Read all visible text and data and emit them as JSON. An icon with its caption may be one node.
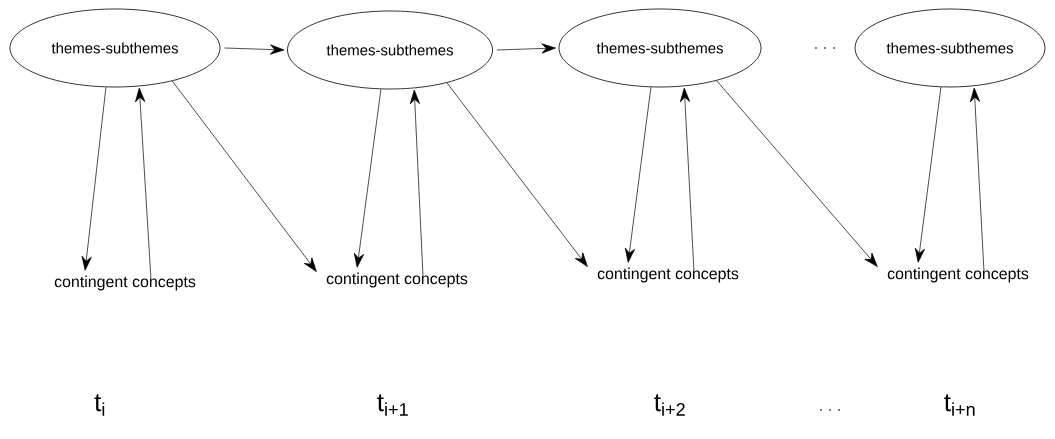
{
  "diagram": {
    "nodes": [
      {
        "text": [
          "themes-subthemes"
        ]
      },
      {
        "text": [
          "themes-subthemes"
        ]
      },
      {
        "text": [
          "themes-subthemes"
        ]
      },
      {
        "text": [
          "themes-subthemes"
        ]
      },
      {
        "text": [
          "contingent concepts"
        ]
      },
      {
        "text": [
          "contingent concepts"
        ]
      },
      {
        "text": [
          "contingent concepts"
        ]
      },
      {
        "text": [
          "contingent concepts"
        ]
      }
    ],
    "edges": [
      {
        "from": 0,
        "to": 1,
        "arrow": "to"
      },
      {
        "from": 1,
        "to": 2,
        "arrow": "to"
      },
      {
        "from": 0,
        "to": 4,
        "arrow": "to"
      },
      {
        "from": 4,
        "to": 0,
        "arrow": "to"
      },
      {
        "from": 0,
        "to": 5,
        "arrow": "to"
      },
      {
        "from": 1,
        "to": 5,
        "arrow": "to"
      },
      {
        "from": 5,
        "to": 1,
        "arrow": "to"
      },
      {
        "from": 1,
        "to": 6,
        "arrow": "to"
      },
      {
        "from": 2,
        "to": 6,
        "arrow": "to"
      },
      {
        "from": 6,
        "to": 2,
        "arrow": "to"
      },
      {
        "from": 2,
        "to": 7,
        "arrow": "to"
      },
      {
        "from": 3,
        "to": 7,
        "arrow": "to"
      },
      {
        "from": 7,
        "to": 3,
        "arrow": "to"
      }
    ],
    "labels": [
      ". . .",
      "t$_{i}$",
      "t$_{i+1}$",
      "t$_{i+2}$",
      ". . .",
      "t$_{i+n}$"
    ]
  }
}
